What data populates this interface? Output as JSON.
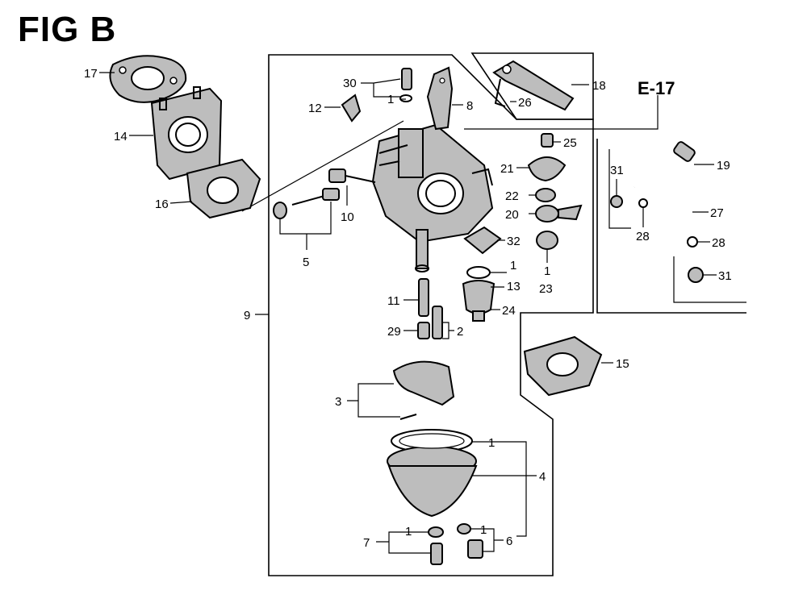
{
  "figure": {
    "title": "FIG B",
    "reference": "E-17"
  },
  "callouts": [
    {
      "id": "c17",
      "label": "17"
    },
    {
      "id": "c14",
      "label": "14"
    },
    {
      "id": "c16",
      "label": "16"
    },
    {
      "id": "c30",
      "label": "30"
    },
    {
      "id": "c1a",
      "label": "1"
    },
    {
      "id": "c12",
      "label": "12"
    },
    {
      "id": "c8",
      "label": "8"
    },
    {
      "id": "c18",
      "label": "18"
    },
    {
      "id": "c26",
      "label": "26"
    },
    {
      "id": "c25",
      "label": "25"
    },
    {
      "id": "c21",
      "label": "21"
    },
    {
      "id": "c22",
      "label": "22"
    },
    {
      "id": "c20",
      "label": "20"
    },
    {
      "id": "c10",
      "label": "10"
    },
    {
      "id": "c5",
      "label": "5"
    },
    {
      "id": "c32",
      "label": "32"
    },
    {
      "id": "c1b",
      "label": "1"
    },
    {
      "id": "c13",
      "label": "13"
    },
    {
      "id": "c1c",
      "label": "1"
    },
    {
      "id": "c23",
      "label": "23"
    },
    {
      "id": "c9",
      "label": "9"
    },
    {
      "id": "c11",
      "label": "11"
    },
    {
      "id": "c24",
      "label": "24"
    },
    {
      "id": "c29",
      "label": "29"
    },
    {
      "id": "c2",
      "label": "2"
    },
    {
      "id": "c15",
      "label": "15"
    },
    {
      "id": "c3",
      "label": "3"
    },
    {
      "id": "c1d",
      "label": "1"
    },
    {
      "id": "c4",
      "label": "4"
    },
    {
      "id": "c7",
      "label": "7"
    },
    {
      "id": "c1e",
      "label": "1"
    },
    {
      "id": "c1f",
      "label": "1"
    },
    {
      "id": "c6",
      "label": "6"
    },
    {
      "id": "c31a",
      "label": "31"
    },
    {
      "id": "c19",
      "label": "19"
    },
    {
      "id": "c27",
      "label": "27"
    },
    {
      "id": "c28a",
      "label": "28"
    },
    {
      "id": "c28b",
      "label": "28"
    },
    {
      "id": "c31b",
      "label": "31"
    }
  ]
}
